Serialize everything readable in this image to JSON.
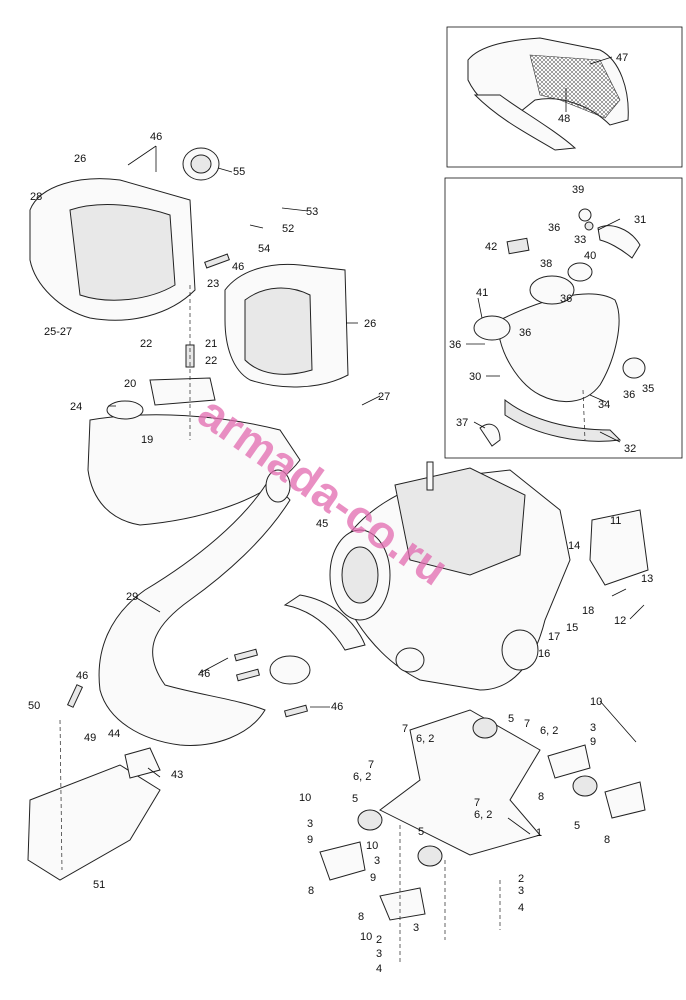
{
  "watermark": "armada-co.ru",
  "callouts": [
    {
      "id": "c47",
      "text": "47"
    },
    {
      "id": "c48",
      "text": "48"
    },
    {
      "id": "c39",
      "text": "39"
    },
    {
      "id": "c36a",
      "text": "36"
    },
    {
      "id": "c33",
      "text": "33"
    },
    {
      "id": "c31",
      "text": "31"
    },
    {
      "id": "c42",
      "text": "42"
    },
    {
      "id": "c38",
      "text": "38"
    },
    {
      "id": "c40",
      "text": "40"
    },
    {
      "id": "c41",
      "text": "41"
    },
    {
      "id": "c36b",
      "text": "36"
    },
    {
      "id": "c36c",
      "text": "36"
    },
    {
      "id": "c36d",
      "text": "36"
    },
    {
      "id": "c30",
      "text": "30"
    },
    {
      "id": "c36e",
      "text": "36"
    },
    {
      "id": "c35",
      "text": "35"
    },
    {
      "id": "c34",
      "text": "34"
    },
    {
      "id": "c37",
      "text": "37"
    },
    {
      "id": "c32",
      "text": "32"
    },
    {
      "id": "c46a",
      "text": "46"
    },
    {
      "id": "c26a",
      "text": "26"
    },
    {
      "id": "c55",
      "text": "55"
    },
    {
      "id": "c28",
      "text": "28"
    },
    {
      "id": "c53",
      "text": "53"
    },
    {
      "id": "c52",
      "text": "52"
    },
    {
      "id": "c54",
      "text": "54"
    },
    {
      "id": "c46b",
      "text": "46"
    },
    {
      "id": "c23",
      "text": "23"
    },
    {
      "id": "c2527",
      "text": "25-27"
    },
    {
      "id": "c26b",
      "text": "26"
    },
    {
      "id": "c22a",
      "text": "22"
    },
    {
      "id": "c21",
      "text": "21"
    },
    {
      "id": "c22b",
      "text": "22"
    },
    {
      "id": "c20",
      "text": "20"
    },
    {
      "id": "c24",
      "text": "24"
    },
    {
      "id": "c27",
      "text": "27"
    },
    {
      "id": "c19",
      "text": "19"
    },
    {
      "id": "c45",
      "text": "45"
    },
    {
      "id": "c29",
      "text": "29"
    },
    {
      "id": "c11",
      "text": "11"
    },
    {
      "id": "c14",
      "text": "14"
    },
    {
      "id": "c13",
      "text": "13"
    },
    {
      "id": "c18",
      "text": "18"
    },
    {
      "id": "c12",
      "text": "12"
    },
    {
      "id": "c17",
      "text": "17"
    },
    {
      "id": "c15",
      "text": "15"
    },
    {
      "id": "c16",
      "text": "16"
    },
    {
      "id": "c46c",
      "text": "46"
    },
    {
      "id": "c46d",
      "text": "46"
    },
    {
      "id": "c46e",
      "text": "46"
    },
    {
      "id": "c50",
      "text": "50"
    },
    {
      "id": "c49",
      "text": "49"
    },
    {
      "id": "c44",
      "text": "44"
    },
    {
      "id": "c43",
      "text": "43"
    },
    {
      "id": "c51",
      "text": "51"
    },
    {
      "id": "c7a",
      "text": "7"
    },
    {
      "id": "c62a",
      "text": "6, 2"
    },
    {
      "id": "c5a",
      "text": "5"
    },
    {
      "id": "c7b",
      "text": "7"
    },
    {
      "id": "c62b",
      "text": "6, 2"
    },
    {
      "id": "c10a",
      "text": "10"
    },
    {
      "id": "c3a",
      "text": "3"
    },
    {
      "id": "c9a",
      "text": "9"
    },
    {
      "id": "c8a",
      "text": "8"
    },
    {
      "id": "c5b",
      "text": "5"
    },
    {
      "id": "c8b",
      "text": "8"
    },
    {
      "id": "c7c",
      "text": "7"
    },
    {
      "id": "c62c",
      "text": "6, 2"
    },
    {
      "id": "c10b",
      "text": "10"
    },
    {
      "id": "c5c",
      "text": "5"
    },
    {
      "id": "c3b",
      "text": "3"
    },
    {
      "id": "c9b",
      "text": "9"
    },
    {
      "id": "c8c",
      "text": "8"
    },
    {
      "id": "c7d",
      "text": "7"
    },
    {
      "id": "c62d",
      "text": "6, 2"
    },
    {
      "id": "c1",
      "text": "1"
    },
    {
      "id": "c10c",
      "text": "10"
    },
    {
      "id": "c3c",
      "text": "3"
    },
    {
      "id": "c5d",
      "text": "5"
    },
    {
      "id": "c10d",
      "text": "10"
    },
    {
      "id": "c3d",
      "text": "3"
    },
    {
      "id": "c9c",
      "text": "9"
    },
    {
      "id": "c8d",
      "text": "8"
    },
    {
      "id": "c2a",
      "text": "2"
    },
    {
      "id": "c3e",
      "text": "3"
    },
    {
      "id": "c4a",
      "text": "4"
    },
    {
      "id": "c2b",
      "text": "2"
    },
    {
      "id": "c3f",
      "text": "3"
    },
    {
      "id": "c4b",
      "text": "4"
    }
  ]
}
